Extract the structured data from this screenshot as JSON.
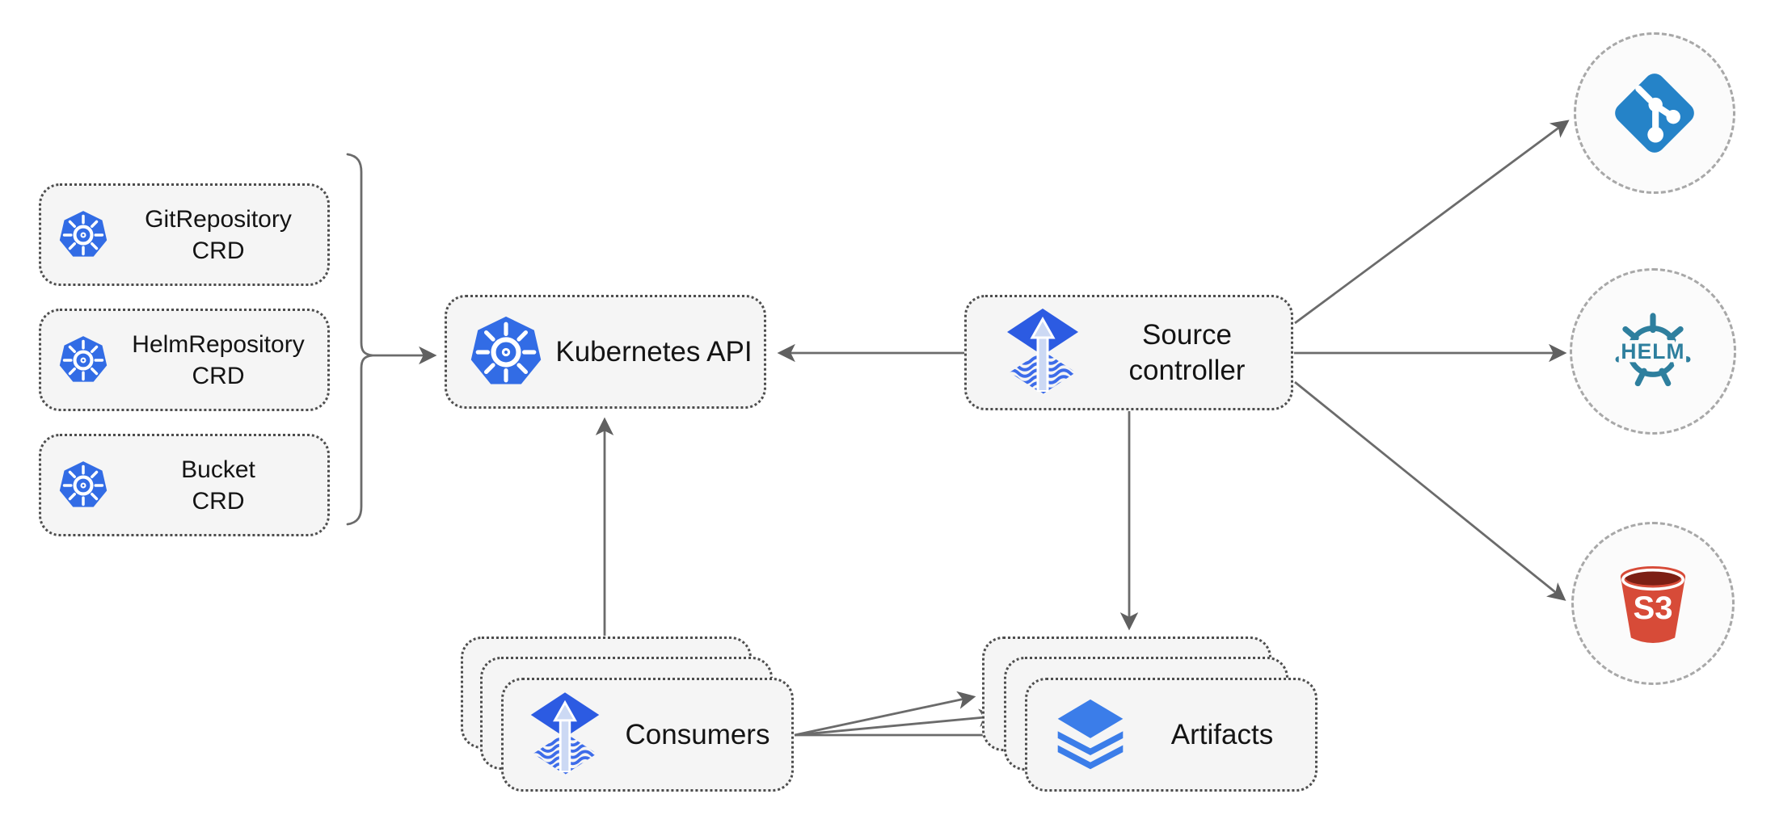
{
  "crd_group": {
    "items": [
      {
        "line1": "GitRepository",
        "line2": "CRD"
      },
      {
        "line1": "HelmRepository",
        "line2": "CRD"
      },
      {
        "line1": "Bucket",
        "line2": "CRD"
      }
    ]
  },
  "kubernetes_api": {
    "label": "Kubernetes API"
  },
  "source_controller": {
    "line1": "Source",
    "line2": "controller"
  },
  "consumers": {
    "label": "Consumers"
  },
  "artifacts": {
    "label": "Artifacts"
  },
  "external_sources": {
    "git": {
      "icon": "git-icon"
    },
    "helm": {
      "label": "HELM",
      "icon": "helm-icon"
    },
    "s3": {
      "label": "S3",
      "icon": "s3-bucket-icon"
    }
  },
  "colors": {
    "kubernetes_blue": "#326ce5",
    "flux_blue": "#2c5be2",
    "flux_wave_blue": "#3d6ce9",
    "flux_arrow_light": "#ccd9f4",
    "git_blue": "#2583c8",
    "helm_teal": "#2e7f9e",
    "s3_red": "#d74b38",
    "s3_dark_red": "#7c1f14",
    "artifact_layers_blue": "#3b7de9",
    "connector_gray": "#6b6b6b",
    "node_fill": "#f5f5f5",
    "node_border": "#4d4d4d",
    "circle_border": "#a8a8a8"
  }
}
